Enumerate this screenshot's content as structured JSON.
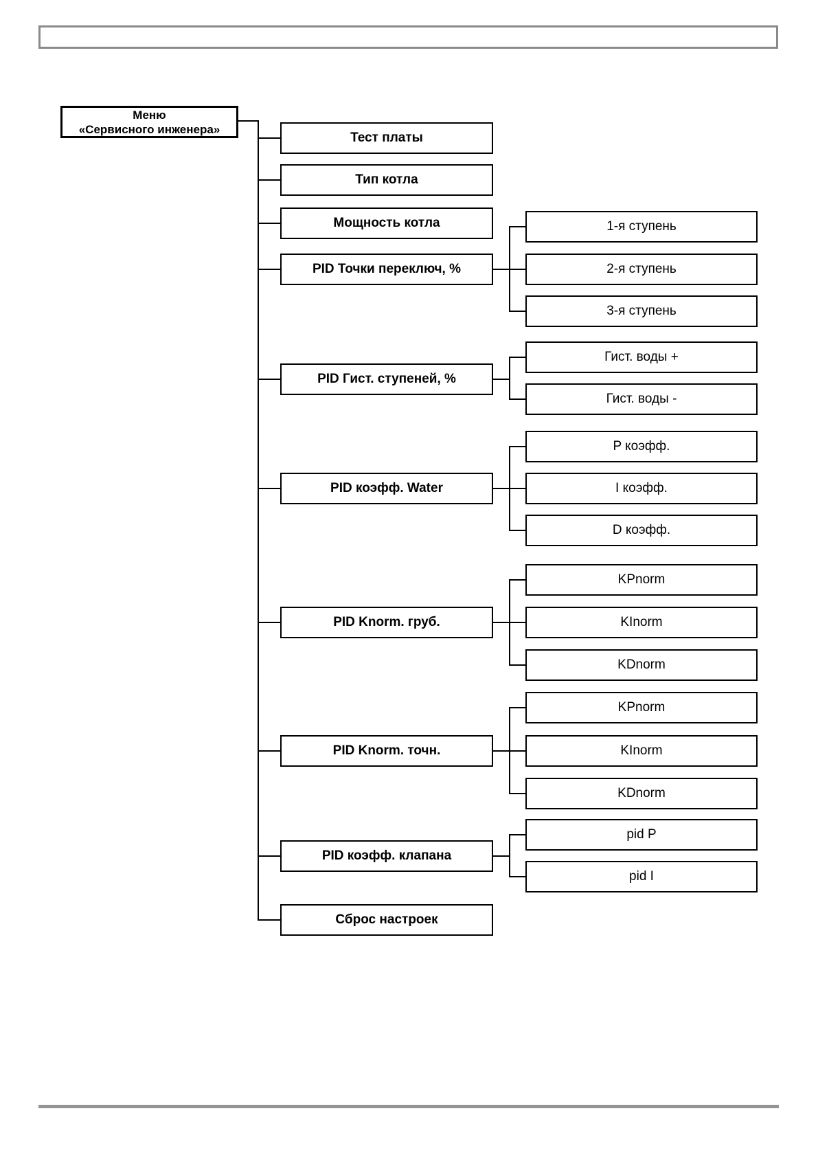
{
  "tree": {
    "root": {
      "line1": "Меню",
      "line2": "«Сервисного инженера»"
    },
    "menu": [
      {
        "label": "Тест платы",
        "children": []
      },
      {
        "label": "Тип котла",
        "children": []
      },
      {
        "label": "Мощность котла",
        "children": []
      },
      {
        "label": "PID Точки переключ, %",
        "children": [
          "1-я ступень",
          "2-я ступень",
          "3-я ступень"
        ]
      },
      {
        "label": "PID Гист. ступеней, %",
        "children": [
          "Гист. воды +",
          "Гист. воды -"
        ]
      },
      {
        "label": "PID коэфф. Water",
        "children": [
          "P коэфф.",
          "I коэфф.",
          "D коэфф."
        ]
      },
      {
        "label": "PID Knorm. груб.",
        "children": [
          "KPnorm",
          "KInorm",
          "KDnorm"
        ]
      },
      {
        "label": "PID Knorm. точн.",
        "children": [
          "KPnorm",
          "KInorm",
          "KDnorm"
        ]
      },
      {
        "label": "PID коэфф. клапана",
        "children": [
          "pid P",
          "pid I"
        ]
      },
      {
        "label": "Сброс настроек",
        "children": []
      }
    ]
  },
  "colors": {
    "connector_line": "#000000",
    "header_frame_border": "#8a8a8a",
    "footer_rule": "#949494"
  }
}
